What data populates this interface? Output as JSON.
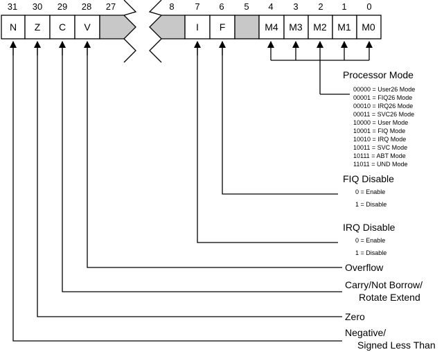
{
  "bit_numbers": [
    "31",
    "30",
    "29",
    "28",
    "27",
    "8",
    "7",
    "6",
    "5",
    "4",
    "3",
    "2",
    "1",
    "0"
  ],
  "cells": [
    "N",
    "Z",
    "C",
    "V",
    "I",
    "F",
    "M4",
    "M3",
    "M2",
    "M1",
    "M0"
  ],
  "processor_mode": {
    "title": "Processor Mode",
    "entries": [
      "00000 = User26 Mode",
      "00001 = FIQ26 Mode",
      "00010 = IRQ26 Mode",
      "00011 = SVC26 Mode",
      "10000 = User Mode",
      "10001 = FIQ Mode",
      "10010 = IRQ Mode",
      "10011 = SVC Mode",
      "10111 = ABT Mode",
      "11011 = UND Mode"
    ]
  },
  "fiq_disable": {
    "title": "FIQ Disable",
    "enable": "0 = Enable",
    "disable": "1 = Disable"
  },
  "irq_disable": {
    "title": "IRQ Disable",
    "enable": "0 = Enable",
    "disable": "1 = Disable"
  },
  "overflow": "Overflow",
  "carry": {
    "line1": "Carry/Not Borrow/",
    "line2": "Rotate Extend"
  },
  "zero": "Zero",
  "negative": {
    "line1": "Negative/",
    "line2": "Signed Less Than"
  },
  "colors": {
    "reserved_fill": "#c8c8c8"
  }
}
